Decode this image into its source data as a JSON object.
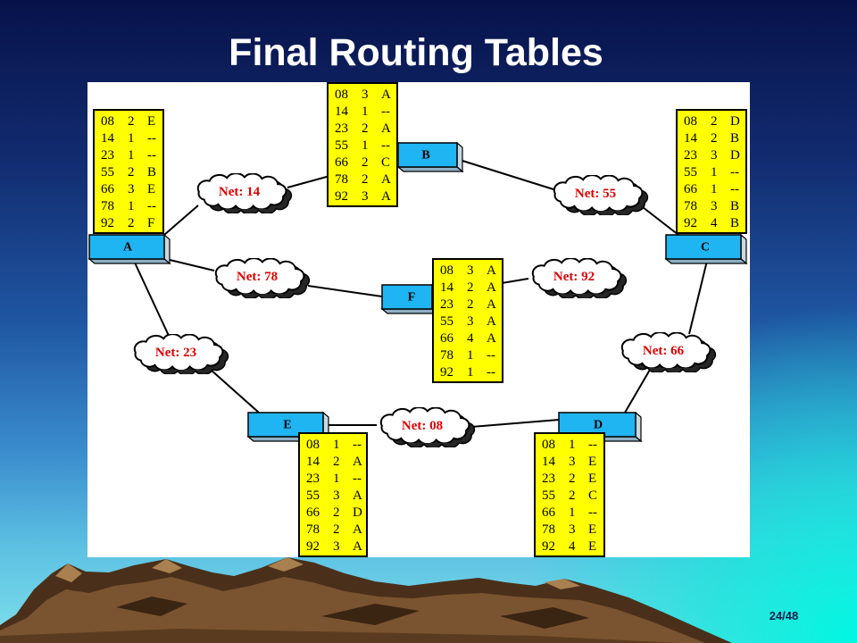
{
  "slide": {
    "title": "Final Routing Tables",
    "page_number": "24/48"
  },
  "routers": {
    "A": "A",
    "B": "B",
    "C": "C",
    "D": "D",
    "E": "E",
    "F": "F"
  },
  "networks": {
    "net_14": "Net: 14",
    "net_55": "Net: 55",
    "net_78": "Net: 78",
    "net_92": "Net: 92",
    "net_23": "Net: 23",
    "net_66": "Net: 66",
    "net_08": "Net: 08"
  },
  "routing_tables": {
    "A": [
      [
        "08",
        "2",
        "E"
      ],
      [
        "14",
        "1",
        "--"
      ],
      [
        "23",
        "1",
        "--"
      ],
      [
        "55",
        "2",
        "B"
      ],
      [
        "66",
        "3",
        "E"
      ],
      [
        "78",
        "1",
        "--"
      ],
      [
        "92",
        "2",
        "F"
      ]
    ],
    "B": [
      [
        "08",
        "3",
        "A"
      ],
      [
        "14",
        "1",
        "--"
      ],
      [
        "23",
        "2",
        "A"
      ],
      [
        "55",
        "1",
        "--"
      ],
      [
        "66",
        "2",
        "C"
      ],
      [
        "78",
        "2",
        "A"
      ],
      [
        "92",
        "3",
        "A"
      ]
    ],
    "C": [
      [
        "08",
        "2",
        "D"
      ],
      [
        "14",
        "2",
        "B"
      ],
      [
        "23",
        "3",
        "D"
      ],
      [
        "55",
        "1",
        "--"
      ],
      [
        "66",
        "1",
        "--"
      ],
      [
        "78",
        "3",
        "B"
      ],
      [
        "92",
        "4",
        "B"
      ]
    ],
    "D": [
      [
        "08",
        "1",
        "--"
      ],
      [
        "14",
        "3",
        "E"
      ],
      [
        "23",
        "2",
        "E"
      ],
      [
        "55",
        "2",
        "C"
      ],
      [
        "66",
        "1",
        "--"
      ],
      [
        "78",
        "3",
        "E"
      ],
      [
        "92",
        "4",
        "E"
      ]
    ],
    "E": [
      [
        "08",
        "1",
        "--"
      ],
      [
        "14",
        "2",
        "A"
      ],
      [
        "23",
        "1",
        "--"
      ],
      [
        "55",
        "3",
        "A"
      ],
      [
        "66",
        "2",
        "D"
      ],
      [
        "78",
        "2",
        "A"
      ],
      [
        "92",
        "3",
        "A"
      ]
    ],
    "F": [
      [
        "08",
        "3",
        "A"
      ],
      [
        "14",
        "2",
        "A"
      ],
      [
        "23",
        "2",
        "A"
      ],
      [
        "55",
        "3",
        "A"
      ],
      [
        "66",
        "4",
        "A"
      ],
      [
        "78",
        "1",
        "--"
      ],
      [
        "92",
        "1",
        "--"
      ]
    ]
  },
  "colors": {
    "table_fill": "#ffff00",
    "router_face": "#1fb4f2",
    "net_label_text": "#e00000",
    "title_text": "#ffffff",
    "page_number_text": "#10204a"
  }
}
